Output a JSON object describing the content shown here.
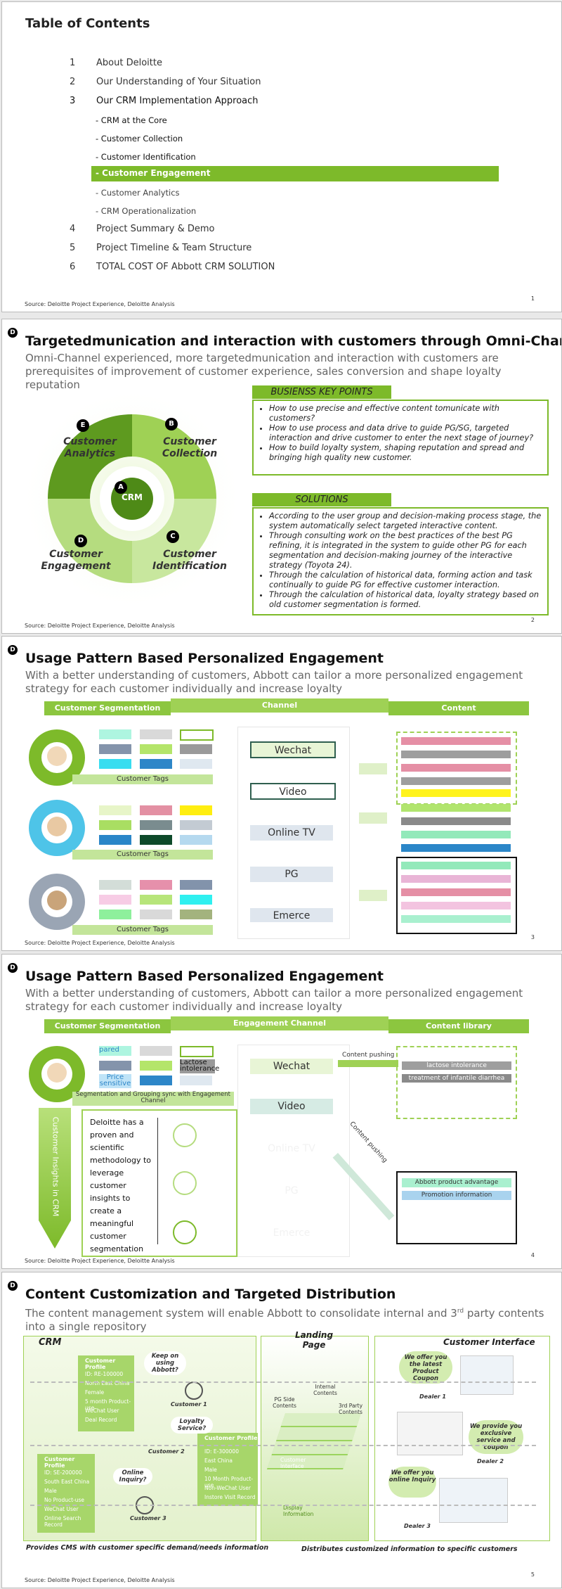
{
  "source": "Source: Deloitte Project Experience, Deloitte Analysis",
  "toc": {
    "title": "Table of Contents",
    "items": [
      {
        "n": "1",
        "label": "About Deloitte"
      },
      {
        "n": "2",
        "label": "Our Understanding of Your Situation"
      },
      {
        "n": "3",
        "label": "Our CRM Implementation Approach"
      }
    ],
    "subitems": [
      "- CRM at the Core",
      "- Customer Collection",
      "- Customer Identification"
    ],
    "highlight": "- Customer Engagement",
    "subitems2": [
      "- Customer Analytics",
      "- CRM Operationalization"
    ],
    "items2": [
      {
        "n": "4",
        "label": "Project Summary & Demo"
      },
      {
        "n": "5",
        "label": "Project Timeline & Team Structure"
      },
      {
        "n": "6",
        "label": "TOTAL COST OF Abbott CRM SOLUTION"
      }
    ],
    "page": "1"
  },
  "slide2": {
    "logo": "D",
    "title": "Targetedmunication and interaction with customers through Omni-Channel",
    "subtitle": "Omni-Channel experienced, more targetedmunication and interaction with customers are prerequisites of improvement of customer experience, sales conversion and shape loyalty reputation",
    "wheel": {
      "center": "CRM",
      "a": "A",
      "b": "B",
      "c": "C",
      "d": "D",
      "e": "E",
      "analytics": "Customer Analytics",
      "collection": "Customer Collection",
      "identification": "Customer Identification",
      "engagement": "Customer Engagement"
    },
    "kp_title": "BUSIENSS KEY POINTS",
    "kp": [
      "How to use precise and effective content tomunicate with customers?",
      "How to use process and data drive to guide PG/SG, targeted interaction and drive customer to enter the next stage of journey?",
      "How to build loyalty system, shaping reputation and spread and bringing high quality new customer."
    ],
    "sol_title": "SOLUTIONS",
    "sol": [
      "According to the user group and decision-making process stage, the system automatically select targeted interactive content.",
      "Through consulting work on the best practices of the best PG refining, it is integrated in the system to guide other PG for each segmentation and decision-making journey of the interactive strategy (Toyota 24).",
      "Through the calculation of historical data, forming action and task continually to guide PG for effective customer interaction.",
      "Through the calculation of historical data, loyalty strategy based on old customer segmentation is formed."
    ],
    "page": "2"
  },
  "slide3": {
    "logo": "D",
    "title": "Usage Pattern Based Personalized Engagement",
    "subtitle": "With a better understanding of customers, Abbott can tailor a more personalized engagement strategy for each customer individually and increase loyalty",
    "band_left": "Customer Segmentation",
    "band_mid": "Channel",
    "band_right": "Content",
    "tags": "Customer Tags",
    "channels": [
      "Wechat",
      "Video",
      "Online TV",
      "PG",
      "Emerce"
    ],
    "page": "3"
  },
  "slide4": {
    "logo": "D",
    "title": "Usage Pattern Based Personalized Engagement",
    "subtitle": "With a better understanding of customers, Abbott can tailor a more personalized engagement strategy for each customer individually and increase loyalty",
    "band_left": "Customer Segmentation",
    "band_mid": "Engagement Channel",
    "band_right": "Content library",
    "tag_pared": "pared",
    "tag_lactose": "Lactose intolerance",
    "tag_price": "Price sensitive",
    "seg_label": "Segmentation and Grouping sync with Engagement Channel",
    "insights": "Customer Insights in CRM",
    "method": "Deloitte has a proven and scientific methodology to leverage customer insights to create a meaningful customer segmentation",
    "channels": [
      "Wechat",
      "Video",
      "Online TV",
      "PG",
      "Emerce"
    ],
    "push1": "Content pushing",
    "push2": "Content pushing",
    "lib1": [
      "lactose intolerance",
      "treatment of infantile diarrhea"
    ],
    "lib2": [
      "Abbott product advantage",
      "Promotion information"
    ],
    "page": "4"
  },
  "slide5": {
    "logo": "D",
    "title": "Content Customization and Targeted Distribution",
    "subtitle_a": "The content management system will enable Abbott to consolidate internal and 3",
    "subtitle_sup": "rd",
    "subtitle_b": " party contents into a single repository",
    "crm": "CRM",
    "landing": "Landing Page",
    "ci": "Customer Interface",
    "profile": "Customer Profile",
    "p1": [
      "ID: RE-100000",
      "North East China",
      "Female",
      "5 month Product-use",
      "WeChat User",
      "Deal Record"
    ],
    "p2": [
      "ID: SE-200000",
      "South East China",
      "Male",
      "No Product-use",
      "WeChat User",
      "Online Search Record"
    ],
    "p3": [
      "ID: E-300000",
      "East China",
      "Male",
      "10 Month Product-use",
      "Non-WeChat User",
      "Instore Visit Record"
    ],
    "q1": "Keep on using Abbott?",
    "q2": "Loyalty Service?",
    "q3": "Online Inquiry?",
    "c1": "Customer 1",
    "c2": "Customer 2",
    "c3": "Customer 3",
    "lp1": "PG Side Contents",
    "lp2": "Internal Contents",
    "lp3": "3rd Party Contents",
    "lp4": "Customer Interface",
    "lp5": "Display Information",
    "o1": "We offer you the latest Product Coupon",
    "o2": "We provide you exclusive service and coupon",
    "o3": "We offer you online Inquiry",
    "d1": "Dealer 1",
    "d2": "Dealer 2",
    "d3": "Dealer 3",
    "foot_left": "Provides CMS with customer specific demand/needs information",
    "foot_right": "Distributes customized information to specific customers",
    "page": "5"
  },
  "colors": {
    "accent": "#7dba2a",
    "dark": "#2f5f4f"
  }
}
